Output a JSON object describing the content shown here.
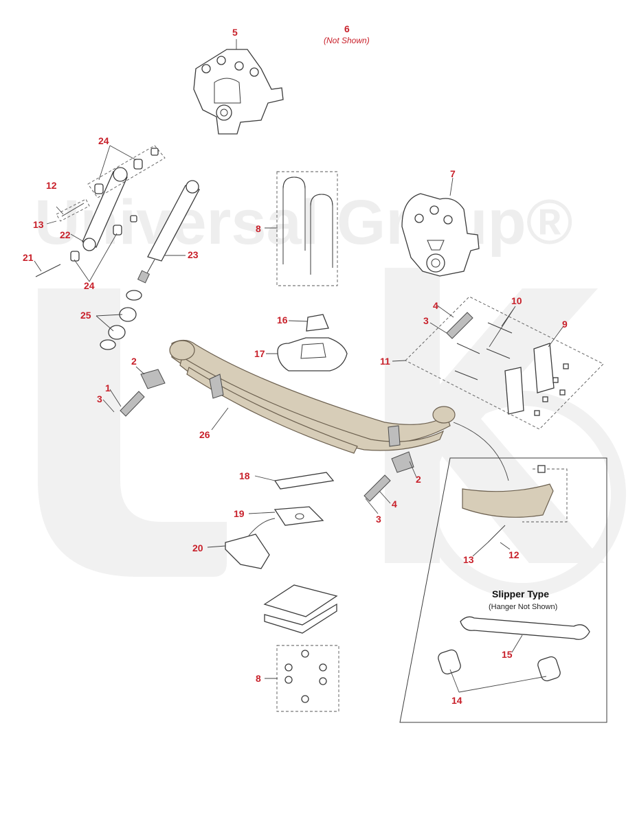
{
  "watermark": {
    "text": "Universal Group®"
  },
  "callouts": [
    {
      "id": "c5",
      "label": "5"
    },
    {
      "id": "c6",
      "label": "6"
    },
    {
      "id": "c24a",
      "label": "24"
    },
    {
      "id": "c12a",
      "label": "12"
    },
    {
      "id": "c13a",
      "label": "13"
    },
    {
      "id": "c22",
      "label": "22"
    },
    {
      "id": "c21",
      "label": "21"
    },
    {
      "id": "c24b",
      "label": "24"
    },
    {
      "id": "c23",
      "label": "23"
    },
    {
      "id": "c8a",
      "label": "8"
    },
    {
      "id": "c7",
      "label": "7"
    },
    {
      "id": "c25",
      "label": "25"
    },
    {
      "id": "c16",
      "label": "16"
    },
    {
      "id": "c17",
      "label": "17"
    },
    {
      "id": "c4a",
      "label": "4"
    },
    {
      "id": "c3a",
      "label": "3"
    },
    {
      "id": "c10",
      "label": "10"
    },
    {
      "id": "c9",
      "label": "9"
    },
    {
      "id": "c11",
      "label": "11"
    },
    {
      "id": "c2a",
      "label": "2"
    },
    {
      "id": "c1",
      "label": "1"
    },
    {
      "id": "c3b",
      "label": "3"
    },
    {
      "id": "c26",
      "label": "26"
    },
    {
      "id": "c18",
      "label": "18"
    },
    {
      "id": "c2b",
      "label": "2"
    },
    {
      "id": "c4b",
      "label": "4"
    },
    {
      "id": "c3c",
      "label": "3"
    },
    {
      "id": "c19",
      "label": "19"
    },
    {
      "id": "c20",
      "label": "20"
    },
    {
      "id": "c13b",
      "label": "13"
    },
    {
      "id": "c12b",
      "label": "12"
    },
    {
      "id": "c15",
      "label": "15"
    },
    {
      "id": "c14",
      "label": "14"
    },
    {
      "id": "c8b",
      "label": "8"
    }
  ],
  "notes": {
    "not_shown": "(Not Shown)"
  },
  "slipper": {
    "title": "Slipper Type",
    "subtitle": "(Hanger Not Shown)"
  },
  "colors": {
    "callout": "#c8202a",
    "spring": "#d7cdb8",
    "watermark": "#eeeeee"
  }
}
